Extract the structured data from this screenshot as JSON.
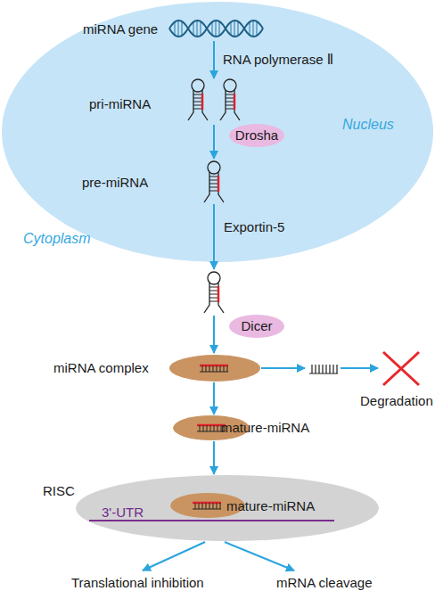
{
  "diagram": {
    "nodes": [
      {
        "text": [
          "Nucleus"
        ]
      },
      {
        "text": [
          "Drosha"
        ],
        "in": 0
      },
      {
        "text": [
          "Dicer"
        ]
      },
      {
        "text": [
          "miRNA complex"
        ]
      },
      {
        "text": [
          "mature-miRNA"
        ]
      },
      {
        "text": [
          "RISC",
          "3'-UTR",
          "mature-miRNA"
        ]
      }
    ],
    "edges": [
      {
        "from": 3,
        "to": 4,
        "arrow": "to"
      },
      {
        "from": 4,
        "to": 5,
        "arrow": "to"
      }
    ],
    "labels": [
      "miRNA gene",
      "RNA polymerase Ⅱ",
      "pri-miRNA",
      "pre-miRNA",
      "Exportin-5",
      "Cytoplasm",
      "Degradation",
      "Translational inhibition",
      "mRNA cleavage"
    ]
  }
}
